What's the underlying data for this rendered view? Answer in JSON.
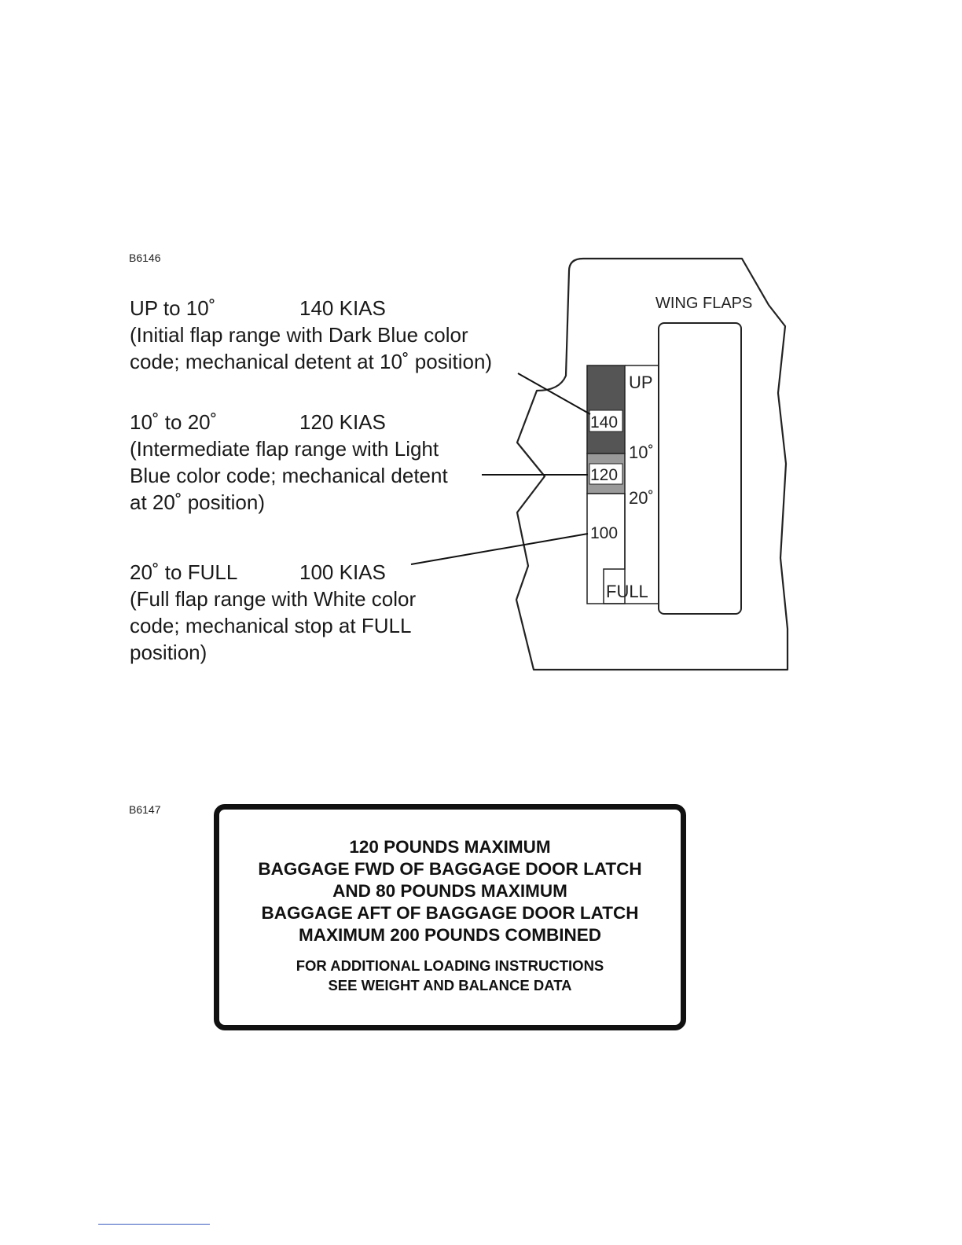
{
  "figure1": {
    "id": "B6146",
    "ranges": [
      {
        "head": "UP to 10˚",
        "speed": "140 KIAS",
        "description": [
          "(Initial flap range with Dark Blue color",
          "code; mechanical detent at 10˚ position)"
        ]
      },
      {
        "head": "10˚ to 20˚",
        "speed": "120 KIAS",
        "description": [
          "(Intermediate flap range with Light",
          "Blue color code; mechanical detent",
          "at 20˚ position)"
        ]
      },
      {
        "head": "20˚ to FULL",
        "speed": "100 KIAS",
        "description": [
          "(Full flap range with White color",
          "code; mechanical stop at FULL",
          "position)"
        ]
      }
    ],
    "panel": {
      "title": "WING FLAPS",
      "positions": [
        "UP",
        "10˚",
        "20˚",
        "FULL"
      ],
      "speed_marks": [
        "140",
        "120",
        "100"
      ],
      "colors": {
        "dark_blue_range": "#555555",
        "light_blue_range": "#9a9a9a",
        "white_range": "#ffffff"
      }
    }
  },
  "figure2": {
    "id": "B6147",
    "placard_main": [
      "120 POUNDS MAXIMUM",
      "BAGGAGE FWD OF BAGGAGE DOOR LATCH",
      "AND 80 POUNDS MAXIMUM",
      "BAGGAGE AFT OF BAGGAGE DOOR LATCH",
      "MAXIMUM 200 POUNDS COMBINED"
    ],
    "placard_sub": [
      "FOR ADDITIONAL LOADING INSTRUCTIONS",
      "SEE WEIGHT AND BALANCE DATA"
    ]
  }
}
